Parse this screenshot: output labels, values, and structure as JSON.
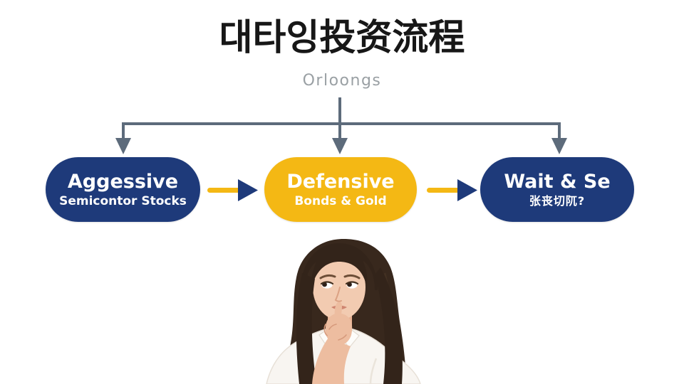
{
  "header": {
    "title": "대타잉投资流程",
    "subtitle": "Orloongs"
  },
  "flow": {
    "nodes": [
      {
        "label": "Aggessive",
        "sublabel": "Semicontor Stocks",
        "color": "#1e3a7a",
        "text_color": "#ffffff"
      },
      {
        "label": "Defensive",
        "sublabel": "Bonds & Gold",
        "color": "#f4b814",
        "text_color": "#ffffff"
      },
      {
        "label": "Wait & Se",
        "sublabel": "张丧切阢?",
        "color": "#1e3a7a",
        "text_color": "#ffffff"
      }
    ],
    "colors": {
      "connector_line": "#5d6b7b",
      "arrow_shaft": "#f4b814",
      "arrow_head": "#1e3a7a",
      "title_text": "#171717",
      "subtitle_text": "#9aa0a4"
    }
  }
}
